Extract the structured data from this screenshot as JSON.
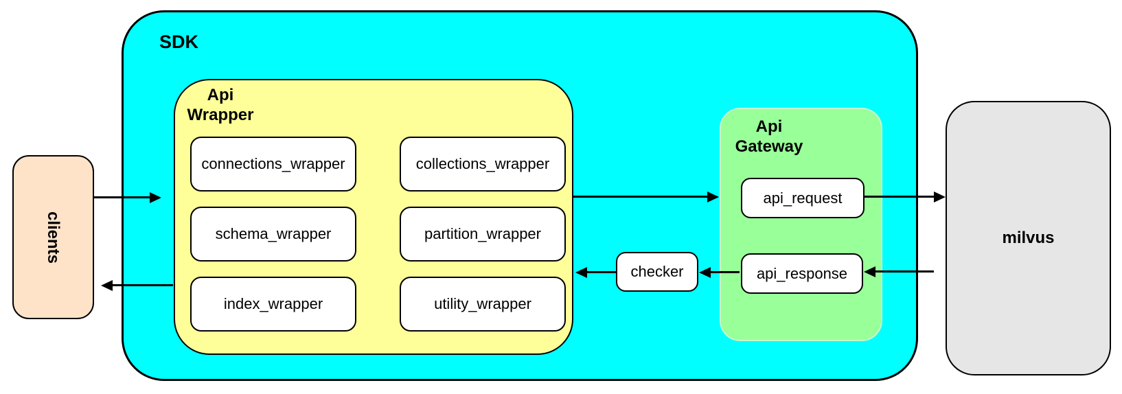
{
  "diagram": {
    "sdk": {
      "label": "SDK"
    },
    "clients": {
      "label": "clients"
    },
    "api_wrapper": {
      "label": "Api\nWrapper",
      "boxes": [
        {
          "label": "connections_wrapper"
        },
        {
          "label": "collections_wrapper"
        },
        {
          "label": "schema_wrapper"
        },
        {
          "label": "partition_wrapper"
        },
        {
          "label": "index_wrapper"
        },
        {
          "label": "utility_wrapper"
        }
      ]
    },
    "api_gateway": {
      "label": "Api\nGateway",
      "boxes": [
        {
          "label": "api_request"
        },
        {
          "label": "api_response"
        }
      ]
    },
    "checker": {
      "label": "checker"
    },
    "milvus": {
      "label": "milvus"
    },
    "arrows": [
      {
        "name": "clients-to-sdk",
        "direction": "right"
      },
      {
        "name": "sdk-to-clients",
        "direction": "left"
      },
      {
        "name": "api-wrapper-to-api-gateway",
        "direction": "right"
      },
      {
        "name": "api-request-to-milvus",
        "direction": "right"
      },
      {
        "name": "milvus-to-api-response",
        "direction": "left"
      },
      {
        "name": "api-response-to-checker",
        "direction": "left"
      },
      {
        "name": "checker-to-api-wrapper",
        "direction": "left"
      }
    ]
  },
  "colors": {
    "canvas_bg": "#FFFFFF",
    "sdk_fill": "#00FFFF",
    "wrapper_fill": "#FFFF99",
    "gateway_fill": "#99FF99",
    "clients_fill": "#FFE3C9",
    "milvus_fill": "#E6E6E6",
    "node_fill": "#FFFFFF",
    "stroke": "#000000"
  }
}
